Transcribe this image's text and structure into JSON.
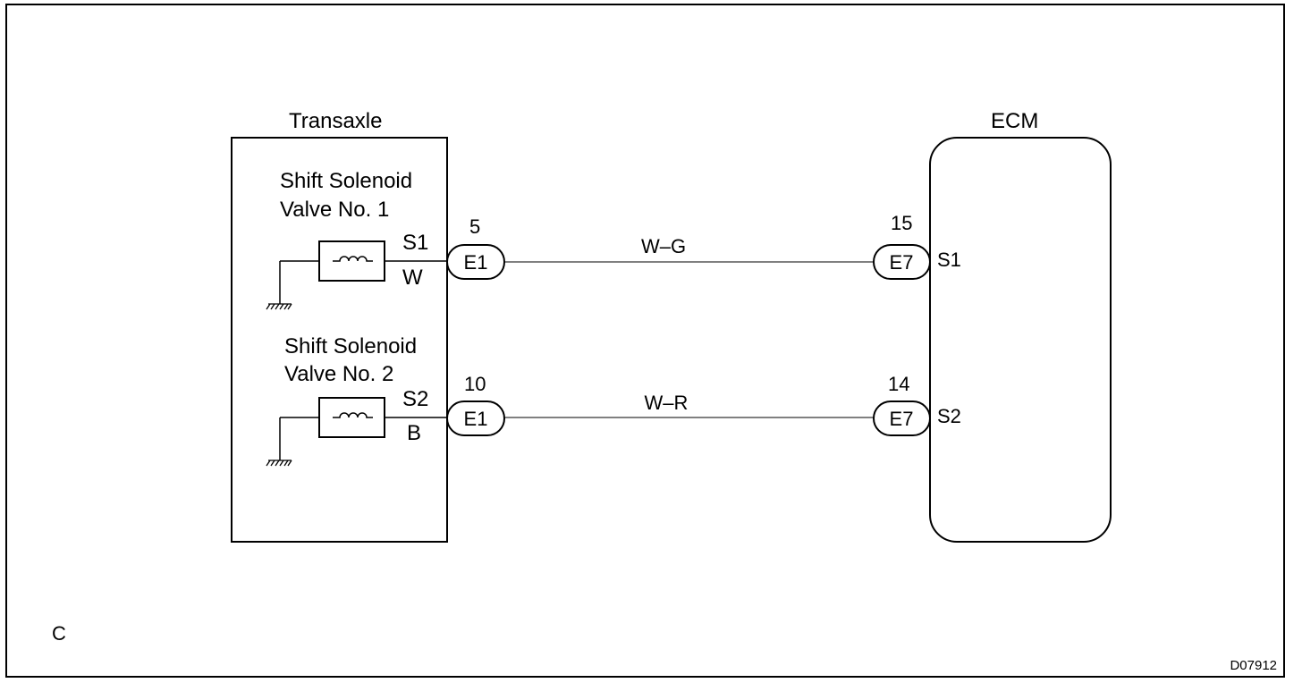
{
  "corner_mark": "C",
  "figure_code": "D07912",
  "transaxle": {
    "title": "Transaxle",
    "valves": [
      {
        "name_line1": "Shift Solenoid",
        "name_line2": "Valve No. 1",
        "terminal": "S1",
        "wire_color": "W"
      },
      {
        "name_line1": "Shift Solenoid",
        "name_line2": "Valve No. 2",
        "terminal": "S2",
        "wire_color": "B"
      }
    ]
  },
  "ecm": {
    "title": "ECM",
    "terminals": [
      "S1",
      "S2"
    ]
  },
  "circuits": [
    {
      "from_connector": "E1",
      "from_pin": "5",
      "wire": "W–G",
      "to_connector": "E7",
      "to_pin": "15"
    },
    {
      "from_connector": "E1",
      "from_pin": "10",
      "wire": "W–R",
      "to_connector": "E7",
      "to_pin": "14"
    }
  ]
}
